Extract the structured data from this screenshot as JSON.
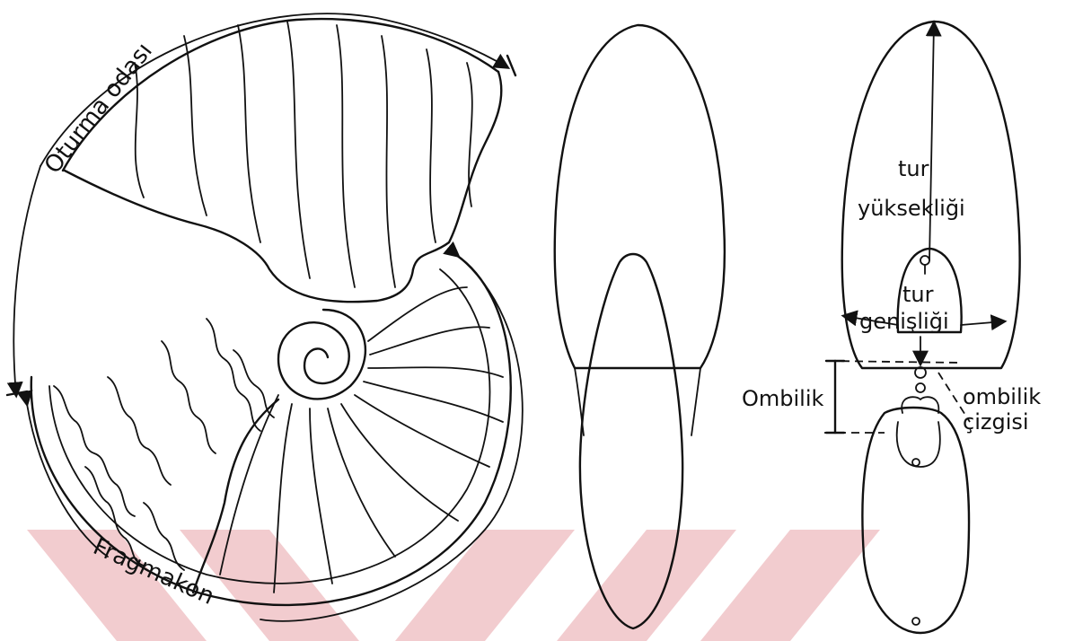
{
  "labels": {
    "oturma_odasi": "Oturma odası",
    "fragmakon": "Fragmakon",
    "tur_yuksekligi_1": "tur",
    "tur_yuksekligi_2": "yüksekliği",
    "tur_genisligi_1": "tur",
    "tur_genisligi_2": "genişliği",
    "ombilik": "Ombilik",
    "ombilik_cizgisi_1": "ombilik",
    "ombilik_cizgisi_2": "çizgisi"
  },
  "colors": {
    "ink": "#111111",
    "watermark": "#e8a3a8",
    "background": "#ffffff"
  }
}
